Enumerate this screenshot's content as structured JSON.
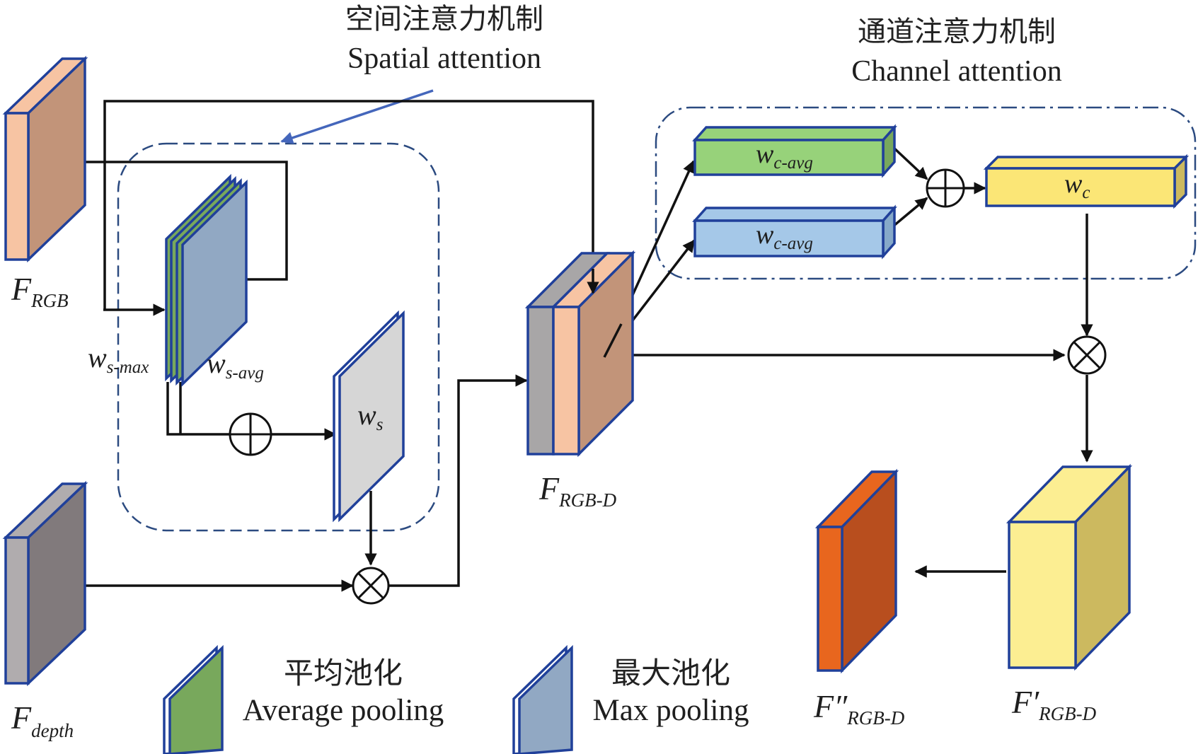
{
  "spatial_attention": {
    "title_cn": "空间注意力机制",
    "title_en": "Spatial attention"
  },
  "channel_attention": {
    "title_cn": "通道注意力机制",
    "title_en": "Channel attention"
  },
  "inputs": {
    "rgb": {
      "base": "F",
      "sub": "RGB"
    },
    "depth": {
      "base": "F",
      "sub": "depth"
    }
  },
  "spatial_weights": {
    "max": {
      "base": "w",
      "sub": "s-max"
    },
    "avg": {
      "base": "w",
      "sub": "s-avg"
    },
    "ws": {
      "base": "w",
      "sub": "s"
    }
  },
  "fused": {
    "base": "F",
    "sub": "RGB-D"
  },
  "channel_weights": {
    "top": {
      "base": "w",
      "sub": "c-avg"
    },
    "bottom": {
      "base": "w",
      "sub": "c-avg"
    },
    "wc": {
      "base": "w",
      "sub": "c"
    }
  },
  "outputs": {
    "prime": {
      "base": "F′",
      "sub": "RGB-D"
    },
    "double_prime": {
      "base": "F″",
      "sub": "RGB-D"
    }
  },
  "legend": {
    "avg": {
      "cn": "平均池化",
      "en": "Average pooling"
    },
    "max": {
      "cn": "最大池化",
      "en": "Max pooling"
    }
  },
  "colors": {
    "dashed_frame": "#2b4a80",
    "block_stroke": "#20409a",
    "rgb_front": "#f7c4a3",
    "rgb_side": "#c29479",
    "depth_front": "#b0acae",
    "depth_side": "#817a7c",
    "avg_pool": "#78a85c",
    "max_pool": "#91a8c3",
    "ws_gray": "#d6d6d6",
    "wc_green": "#97d27a",
    "wc_blue": "#a5c8e8",
    "wc_yellow": "#fbe676",
    "out_yellow": "#fcee92",
    "out_yellow_side": "#ccb95f",
    "out_orange": "#e8661e",
    "out_orange_side": "#b84e1e",
    "pointer_arrow": "#4466bb"
  }
}
